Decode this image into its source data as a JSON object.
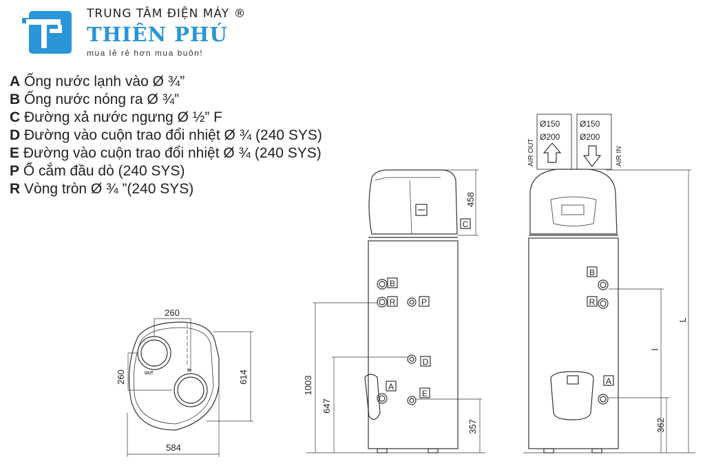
{
  "logo": {
    "top_line": "TRUNG TÂM ĐIỆN MÁY ®",
    "name": "THIÊN PHÚ",
    "slogan": "mua lẻ rẻ hơn mua buôn!",
    "brand_color": "#2a95d8"
  },
  "legend": [
    {
      "key": "A",
      "text": "Ống nước lạnh vào Ø ¾”"
    },
    {
      "key": "B",
      "text": "Ống nước nóng ra Ø ¾”"
    },
    {
      "key": "C",
      "text": "Đường xả nước ngưng Ø ½” F"
    },
    {
      "key": "D",
      "text": "Đường vào cuộn trao đổi nhiệt Ø ¾ (240 SYS)"
    },
    {
      "key": "E",
      "text": "Đường vào cuộn trao đổi nhiệt Ø ¾ (240 SYS)"
    },
    {
      "key": "P",
      "text": "Ổ cắm đầu dò (240 SYS)"
    },
    {
      "key": "R",
      "text": "Vòng tròn Ø ¾ ”(240 SYS)"
    }
  ],
  "top_view": {
    "dim_top": "260",
    "dim_left": "260",
    "dim_right": "614",
    "dim_bottom": "584",
    "label_out": "OUT",
    "label_in": "IN"
  },
  "side_view": {
    "dim_458": "458",
    "dim_1003": "1003",
    "dim_647": "647",
    "dim_357": "357",
    "tags": [
      "C",
      "B",
      "R",
      "P",
      "D",
      "A",
      "E"
    ]
  },
  "front_view": {
    "duct_left_1": "Ø150",
    "duct_left_2": "Ø200",
    "duct_right_1": "Ø150",
    "duct_right_2": "Ø200",
    "air_out": "AIR OUT",
    "air_in": "AIR IN",
    "dim_L": "L",
    "dim_l": "l",
    "dim_362": "362",
    "tags": [
      "B",
      "R",
      "A"
    ]
  }
}
